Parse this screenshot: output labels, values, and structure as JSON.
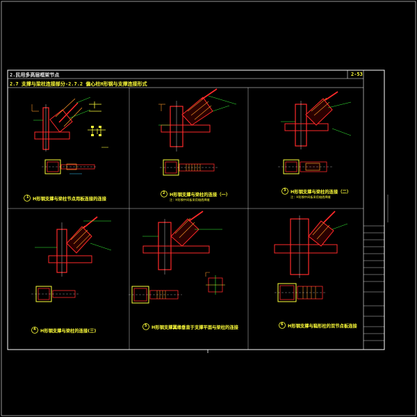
{
  "sheet": {
    "section": "2.民用多高层框架节点",
    "subsection": "2.7 支撑与梁柱连接部分-2.7.2 偏心柱H形钢与支撑连接形式",
    "sheet_no": "2-53"
  },
  "details": [
    {
      "num": "1",
      "caption": "H形钢支撑与梁柱节点用板连接的连接"
    },
    {
      "num": "2",
      "caption": "H形钢支撑与梁柱的连接（一）",
      "note": "注：H形钢中间板采用熔透焊缝"
    },
    {
      "num": "3",
      "caption": "H形钢支撑与梁柱的连接（二）",
      "note": "注：H形钢中间板采用熔透焊缝"
    },
    {
      "num": "4",
      "caption": "H形钢支撑与梁柱的连接(三)"
    },
    {
      "num": "5",
      "caption": "H形钢支撑翼缘垂直于支撑平面与梁柱的连接"
    },
    {
      "num": "6",
      "caption": "H形钢支撑与箱形柱的双节点板连接"
    }
  ],
  "colors": {
    "frame": "#ffffff",
    "steel": "#ff2a2a",
    "weld": "#ff9a2a",
    "text": "#ffff3a",
    "dim": "#3ad0ff",
    "green": "#3aff3a",
    "bg": "#000000"
  }
}
